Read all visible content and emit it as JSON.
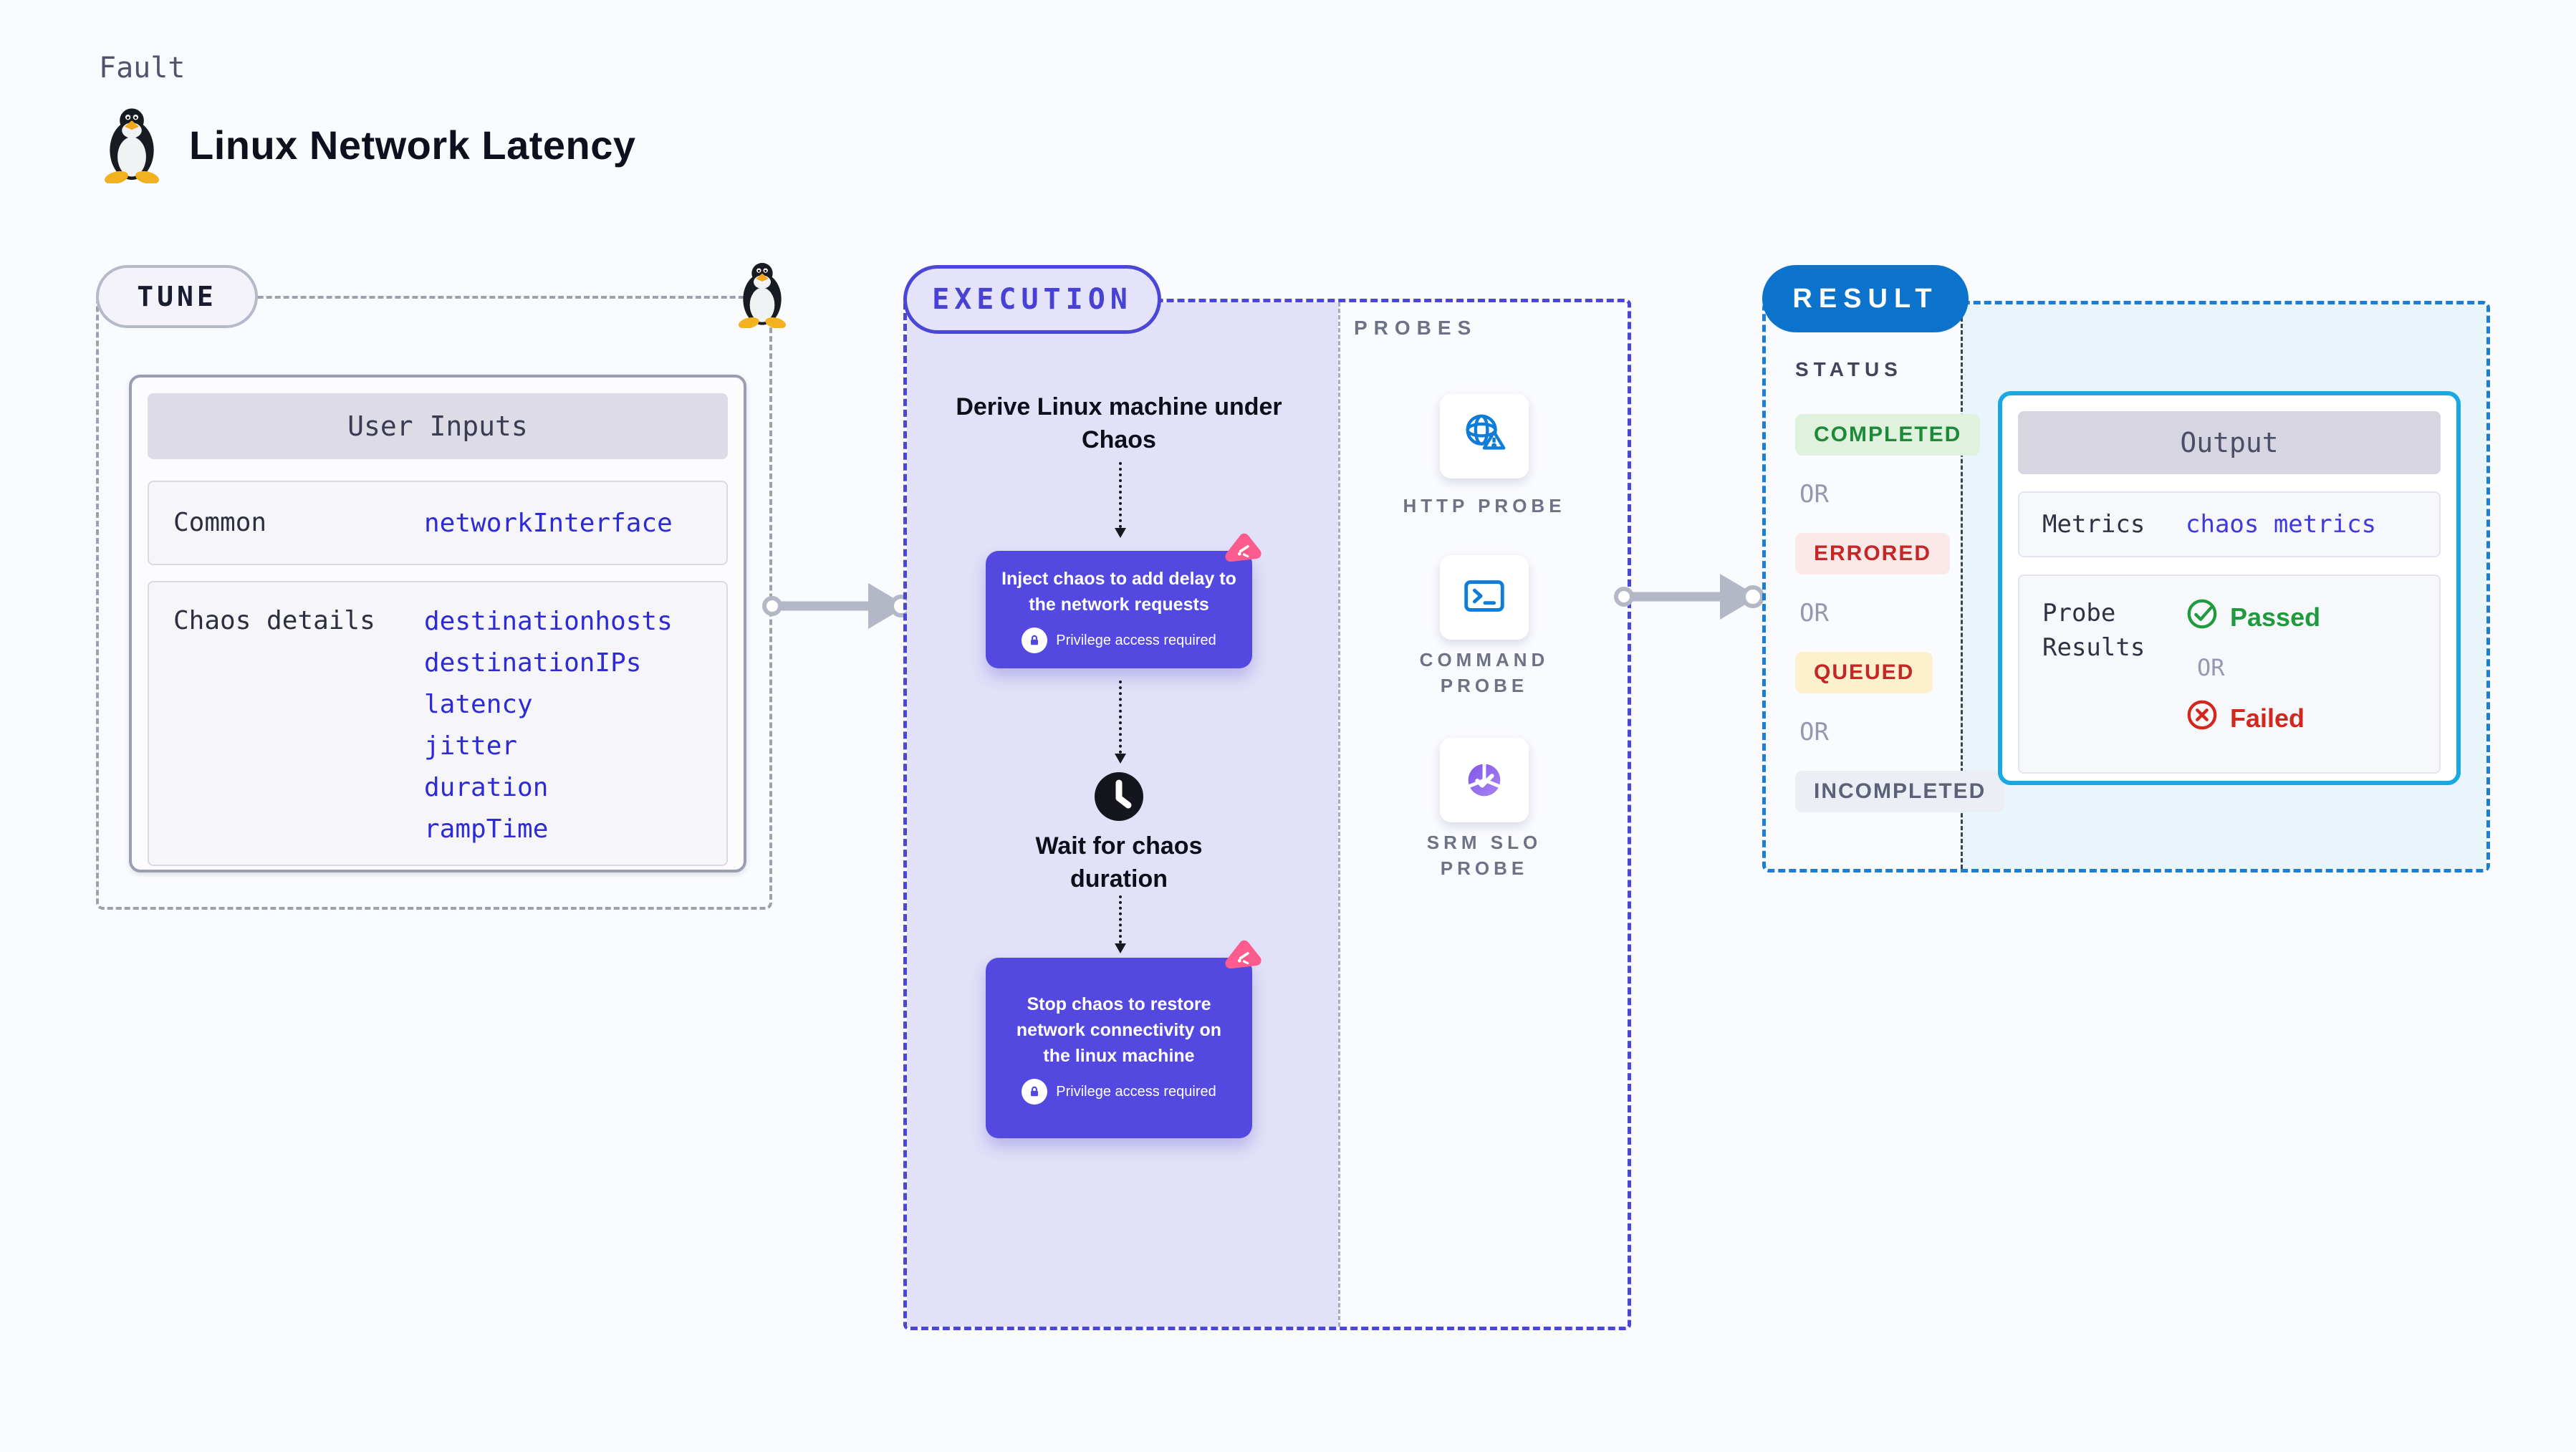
{
  "header": {
    "category": "Fault",
    "title": "Linux Network Latency"
  },
  "tune": {
    "label": "TUNE",
    "card_title": "User Inputs",
    "rows": [
      {
        "label": "Common",
        "values": [
          "networkInterface"
        ]
      },
      {
        "label": "Chaos details",
        "values": [
          "destinationhosts",
          "destinationIPs",
          "latency",
          "jitter",
          "duration",
          "rampTime"
        ]
      }
    ]
  },
  "execution": {
    "label": "EXECUTION",
    "derive_text": "Derive Linux machine under Chaos",
    "inject_node": {
      "text": "Inject chaos to add delay to the network requests",
      "badge": "Privilege access required"
    },
    "wait_text": "Wait for chaos duration",
    "stop_node": {
      "text": "Stop chaos to restore network connectivity on the linux machine",
      "badge": "Privilege access required"
    }
  },
  "probes": {
    "label": "PROBES",
    "items": [
      {
        "name": "HTTP PROBE",
        "icon": "globe-alert-icon"
      },
      {
        "name": "COMMAND PROBE",
        "icon": "terminal-icon"
      },
      {
        "name": "SRM SLO PROBE",
        "icon": "slo-donut-icon"
      }
    ]
  },
  "result": {
    "label": "RESULT",
    "status_title": "STATUS",
    "or_label": "OR",
    "statuses": [
      {
        "text": "COMPLETED",
        "type": "completed"
      },
      {
        "text": "ERRORED",
        "type": "errored"
      },
      {
        "text": "QUEUED",
        "type": "queued"
      },
      {
        "text": "INCOMPLETED",
        "type": "incompleted"
      }
    ],
    "output": {
      "title": "Output",
      "metrics_label": "Metrics",
      "metrics_value": "chaos metrics",
      "probe_results_label": "Probe Results",
      "passed": "Passed",
      "failed": "Failed"
    }
  },
  "colors": {
    "accent-indigo": "#4a46d6",
    "node-purple": "#5349e0",
    "lavender": "#e2e1f8",
    "result-blue": "#0c73cd",
    "result-dash": "#1b7ed2",
    "output-border": "#18a8e2",
    "output-bg": "#e9f5fb",
    "value-blue": "#2d2ad8",
    "green": "#1e8a39",
    "green-bg": "#def2dd",
    "red": "#c32726",
    "red-bg": "#fbe9e9",
    "queued-bg": "#fcf0cd",
    "muted-gray": "#6d7285",
    "pink-logo": "#fb5c8d",
    "arrow-gray": "#b4b7c5",
    "probe-blue": "#0e7cd8"
  }
}
